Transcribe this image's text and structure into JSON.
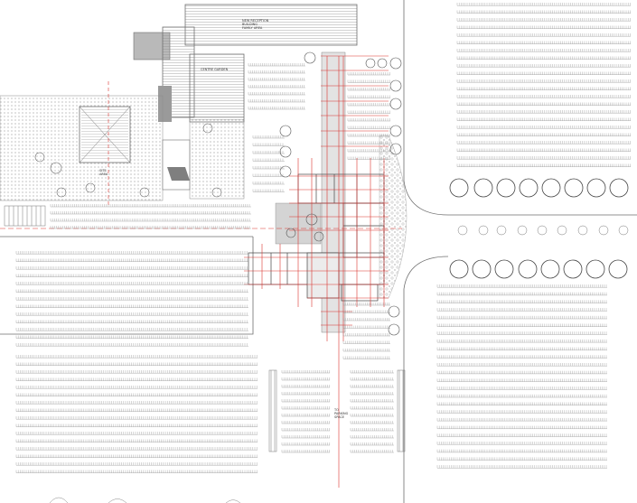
{
  "drawing": {
    "labels": {
      "existing_building": "NEW RECEPTION\nBUILDING\nFAMILY AREA",
      "center_building": "CENTRE GARDEN",
      "courtyard": "SITE\nAREA",
      "entrance": "TO\nPARKING\nSPACE"
    },
    "colors": {
      "line": "#6f6f6f",
      "roof": "#8c8c8c",
      "grid": "#d9322e",
      "tree": "#4a4a4a",
      "hatch": "#bdbdbd"
    }
  }
}
